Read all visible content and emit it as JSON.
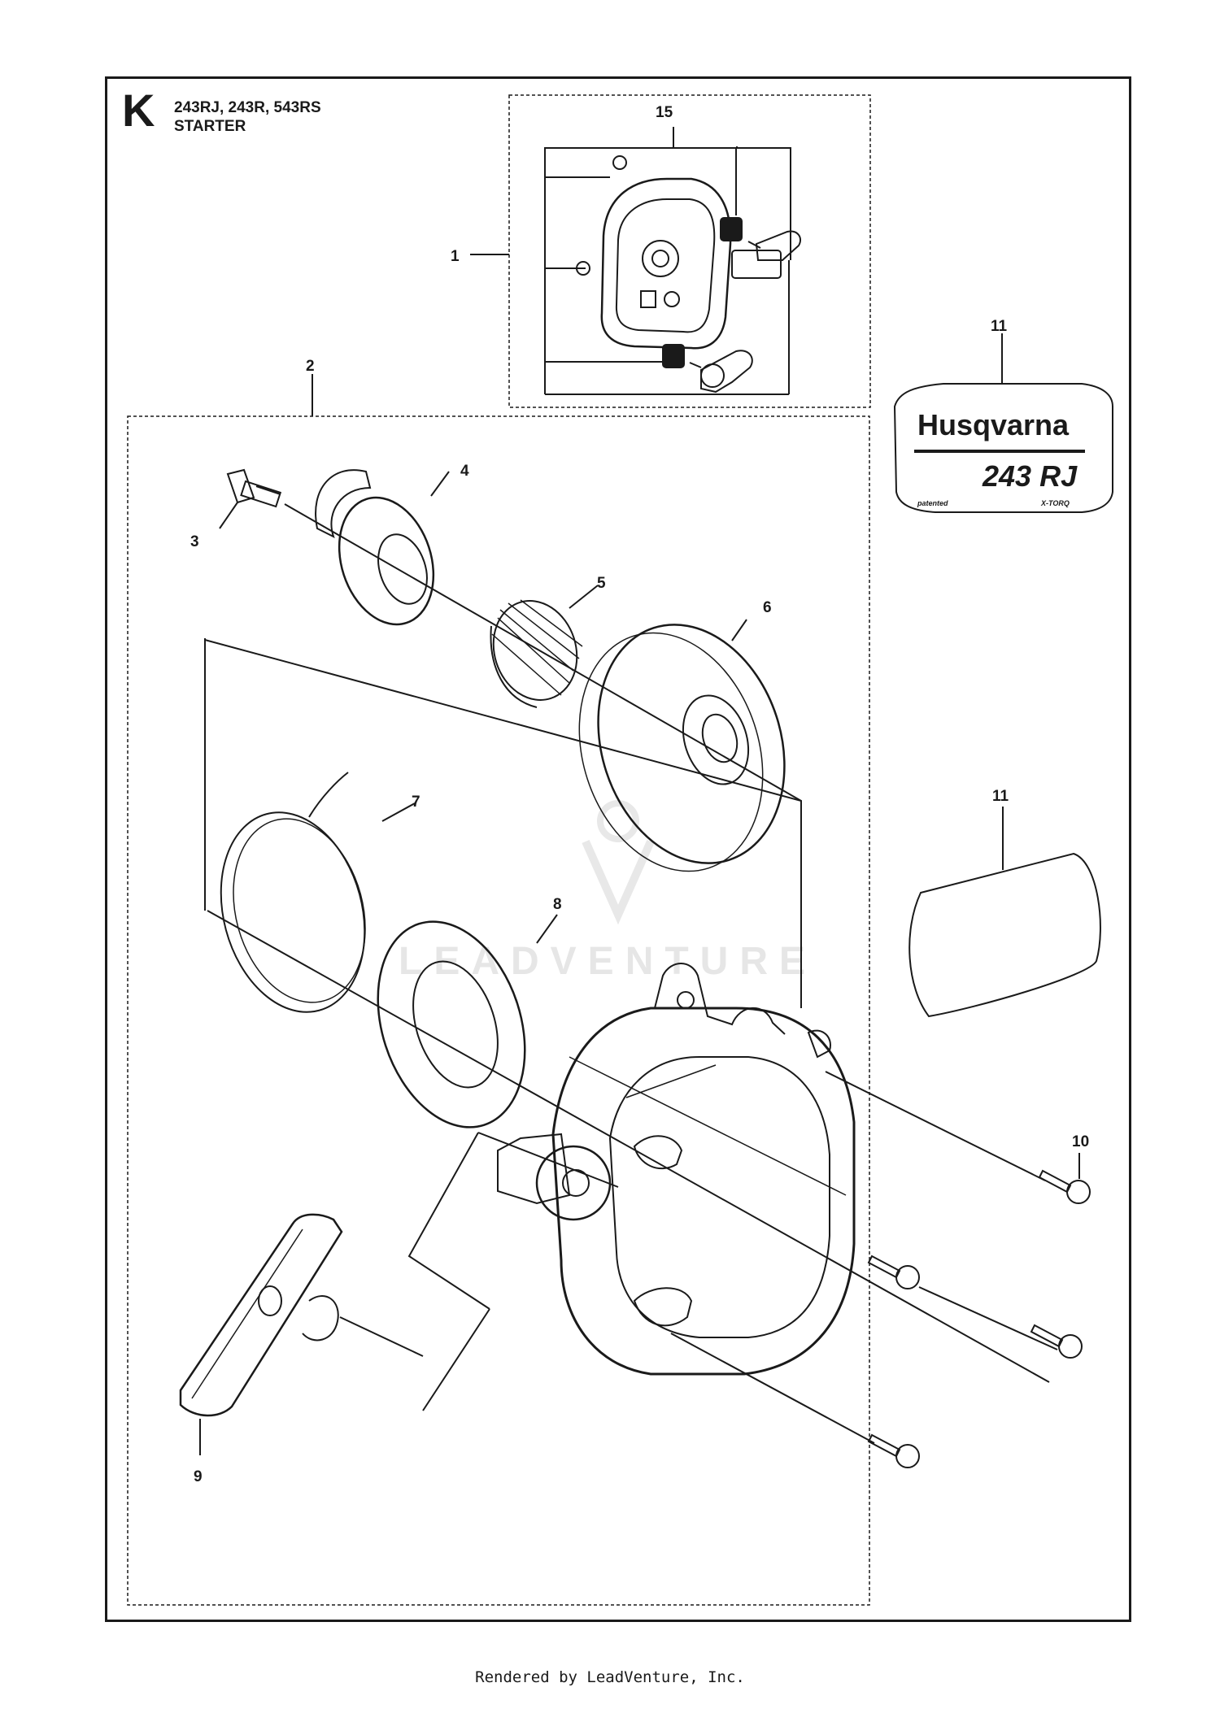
{
  "header": {
    "section_letter": "K",
    "models": "243RJ, 243R, 543RS",
    "section_name": "STARTER"
  },
  "callouts": {
    "c1": "1",
    "c2": "2",
    "c3": "3",
    "c4": "4",
    "c5": "5",
    "c6": "6",
    "c7": "7",
    "c8": "8",
    "c9": "9",
    "c10": "10",
    "c11a": "11",
    "c11b": "11",
    "c15": "15"
  },
  "decal": {
    "brand": "Husqvarna",
    "model": "243 RJ",
    "left_note": "patented",
    "right_note": "X-TORQ"
  },
  "watermark": "LEADVENTURE",
  "footer": "Rendered by LeadVenture, Inc.",
  "colors": {
    "line": "#1a1a1a",
    "watermark": "#e6e6e6",
    "background": "#ffffff"
  }
}
